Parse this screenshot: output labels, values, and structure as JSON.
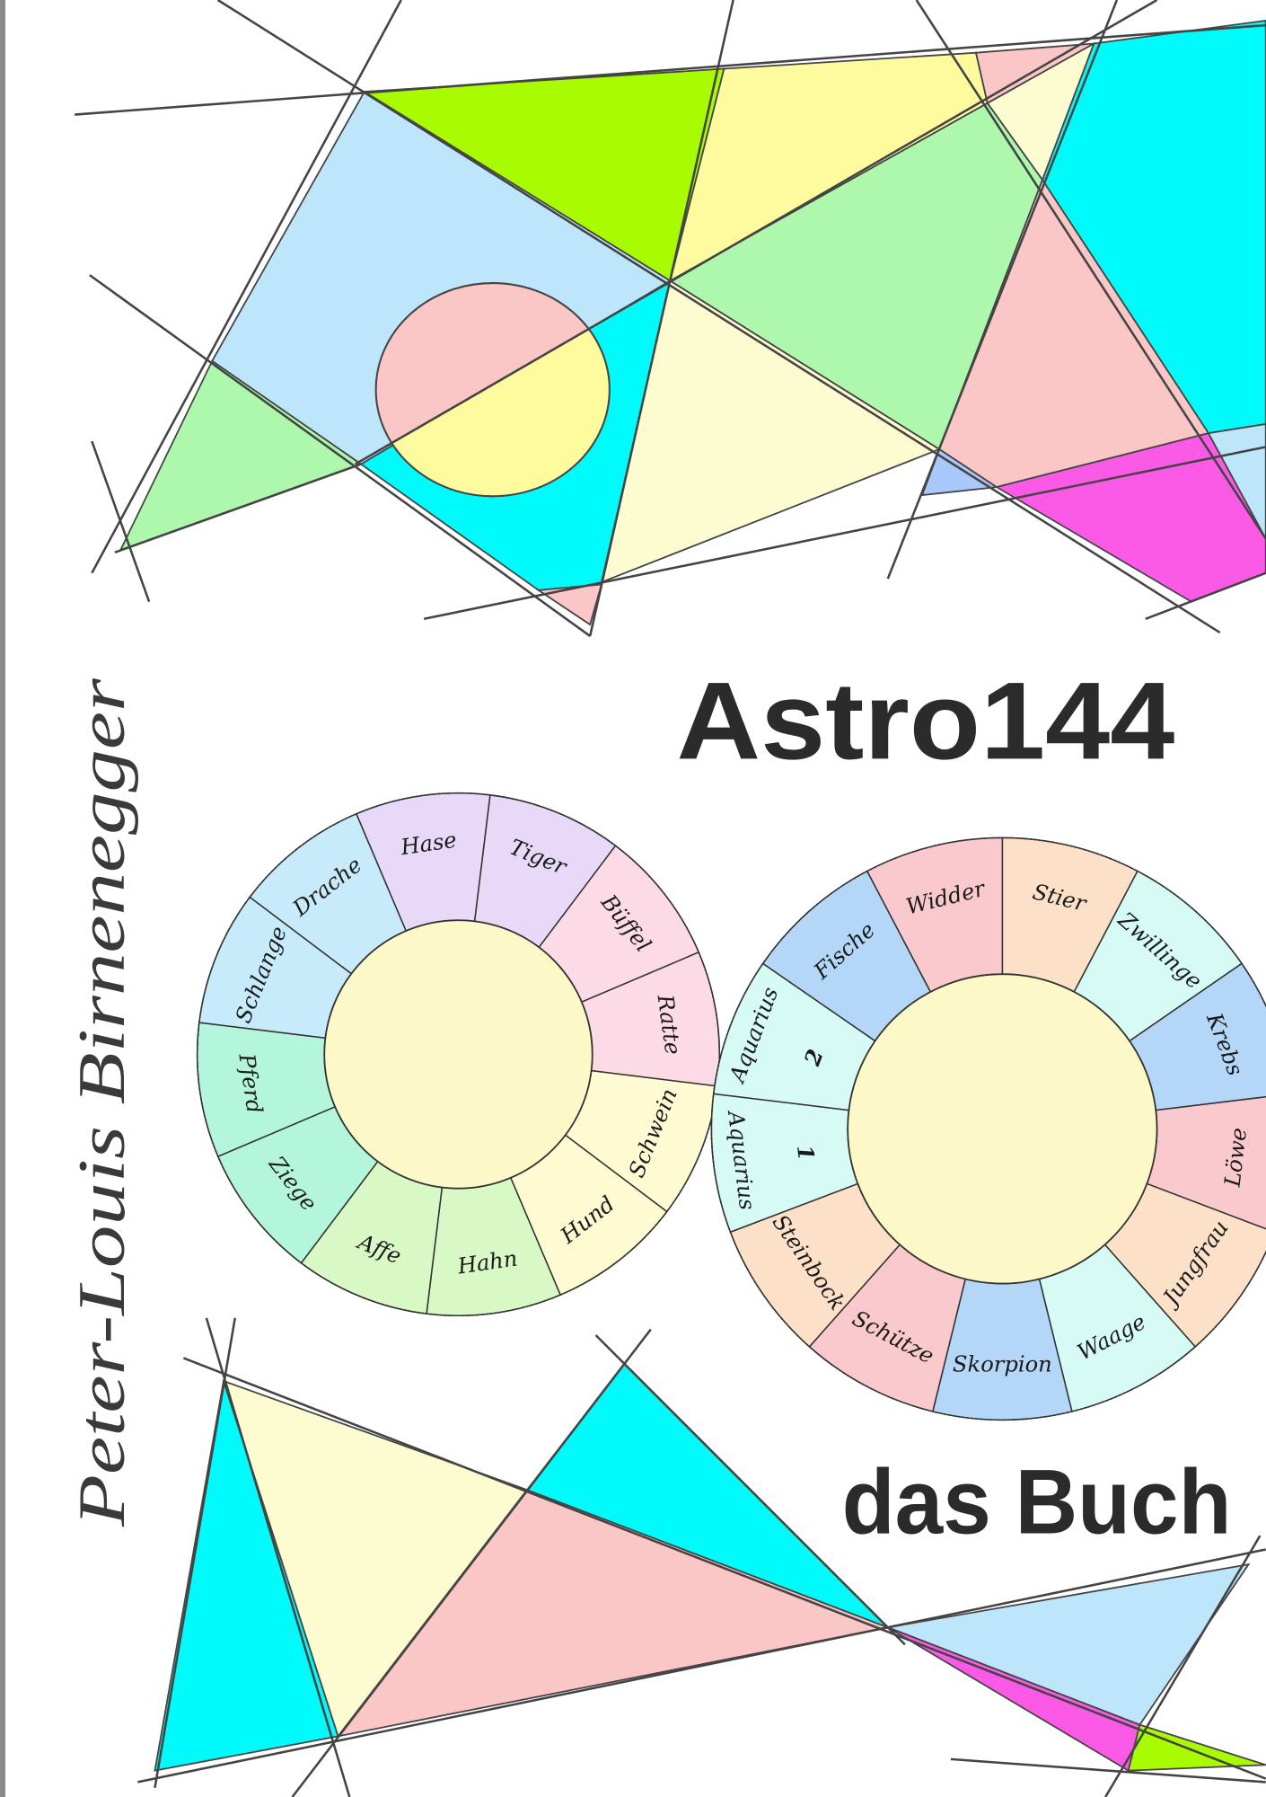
{
  "cover": {
    "title": "Astro144",
    "subtitle": "das Buch",
    "author": "Peter-Louis Birnenegger"
  },
  "chinese_wheel": {
    "segments": [
      {
        "label": "Hase",
        "color": "#e8d9f8"
      },
      {
        "label": "Tiger",
        "color": "#e8d9f8"
      },
      {
        "label": "Büffel",
        "color": "#fcdbe6"
      },
      {
        "label": "Ratte",
        "color": "#fcdbe6"
      },
      {
        "label": "Schwein",
        "color": "#fefbd2"
      },
      {
        "label": "Hund",
        "color": "#fefbd2"
      },
      {
        "label": "Hahn",
        "color": "#d8f8c6"
      },
      {
        "label": "Affe",
        "color": "#d8f8c6"
      },
      {
        "label": "Ziege",
        "color": "#b3f6dc"
      },
      {
        "label": "Pferd",
        "color": "#b3f6dc"
      },
      {
        "label": "Schlange",
        "color": "#c8ebfb"
      },
      {
        "label": "Drache",
        "color": "#c8ebfb"
      }
    ],
    "center_color": "#fdf8c8"
  },
  "zodiac_wheel": {
    "segments": [
      {
        "label": "Stier",
        "color": "#fde0c8"
      },
      {
        "label": "Zwillinge",
        "color": "#d6fbf5"
      },
      {
        "label": "Krebs",
        "color": "#b4d7f8"
      },
      {
        "label": "Löwe",
        "color": "#f9c9cd"
      },
      {
        "label": "Jungfrau",
        "color": "#fde0c8"
      },
      {
        "label": "Waage",
        "color": "#d6fbf5"
      },
      {
        "label": "Skorpion",
        "color": "#b4d7f8"
      },
      {
        "label": "Schütze",
        "color": "#f9c9cd"
      },
      {
        "label": "Steinbock",
        "color": "#fde0c8"
      },
      {
        "label": "Aquarius",
        "number": "1",
        "color": "#d6fbf5"
      },
      {
        "label": "Aquarius",
        "number": "2",
        "color": "#d6fbf5"
      },
      {
        "label": "Fische",
        "color": "#b4d7f8"
      },
      {
        "label": "Widder",
        "color": "#f9c9cd"
      }
    ],
    "center_color": "#fdf8c8"
  },
  "palette": {
    "lime": "#a8fb00",
    "yellow": "#fdfb9e",
    "light_blue": "#bde6fb",
    "light_green": "#adf8ad",
    "cyan": "#00fbfb",
    "pink": "#fbc6c6",
    "cream": "#fdfbd0",
    "magenta": "#fb5ae6",
    "periwinkle": "#a9c8fb",
    "line": "#444444",
    "text": "#2b2b2b"
  }
}
